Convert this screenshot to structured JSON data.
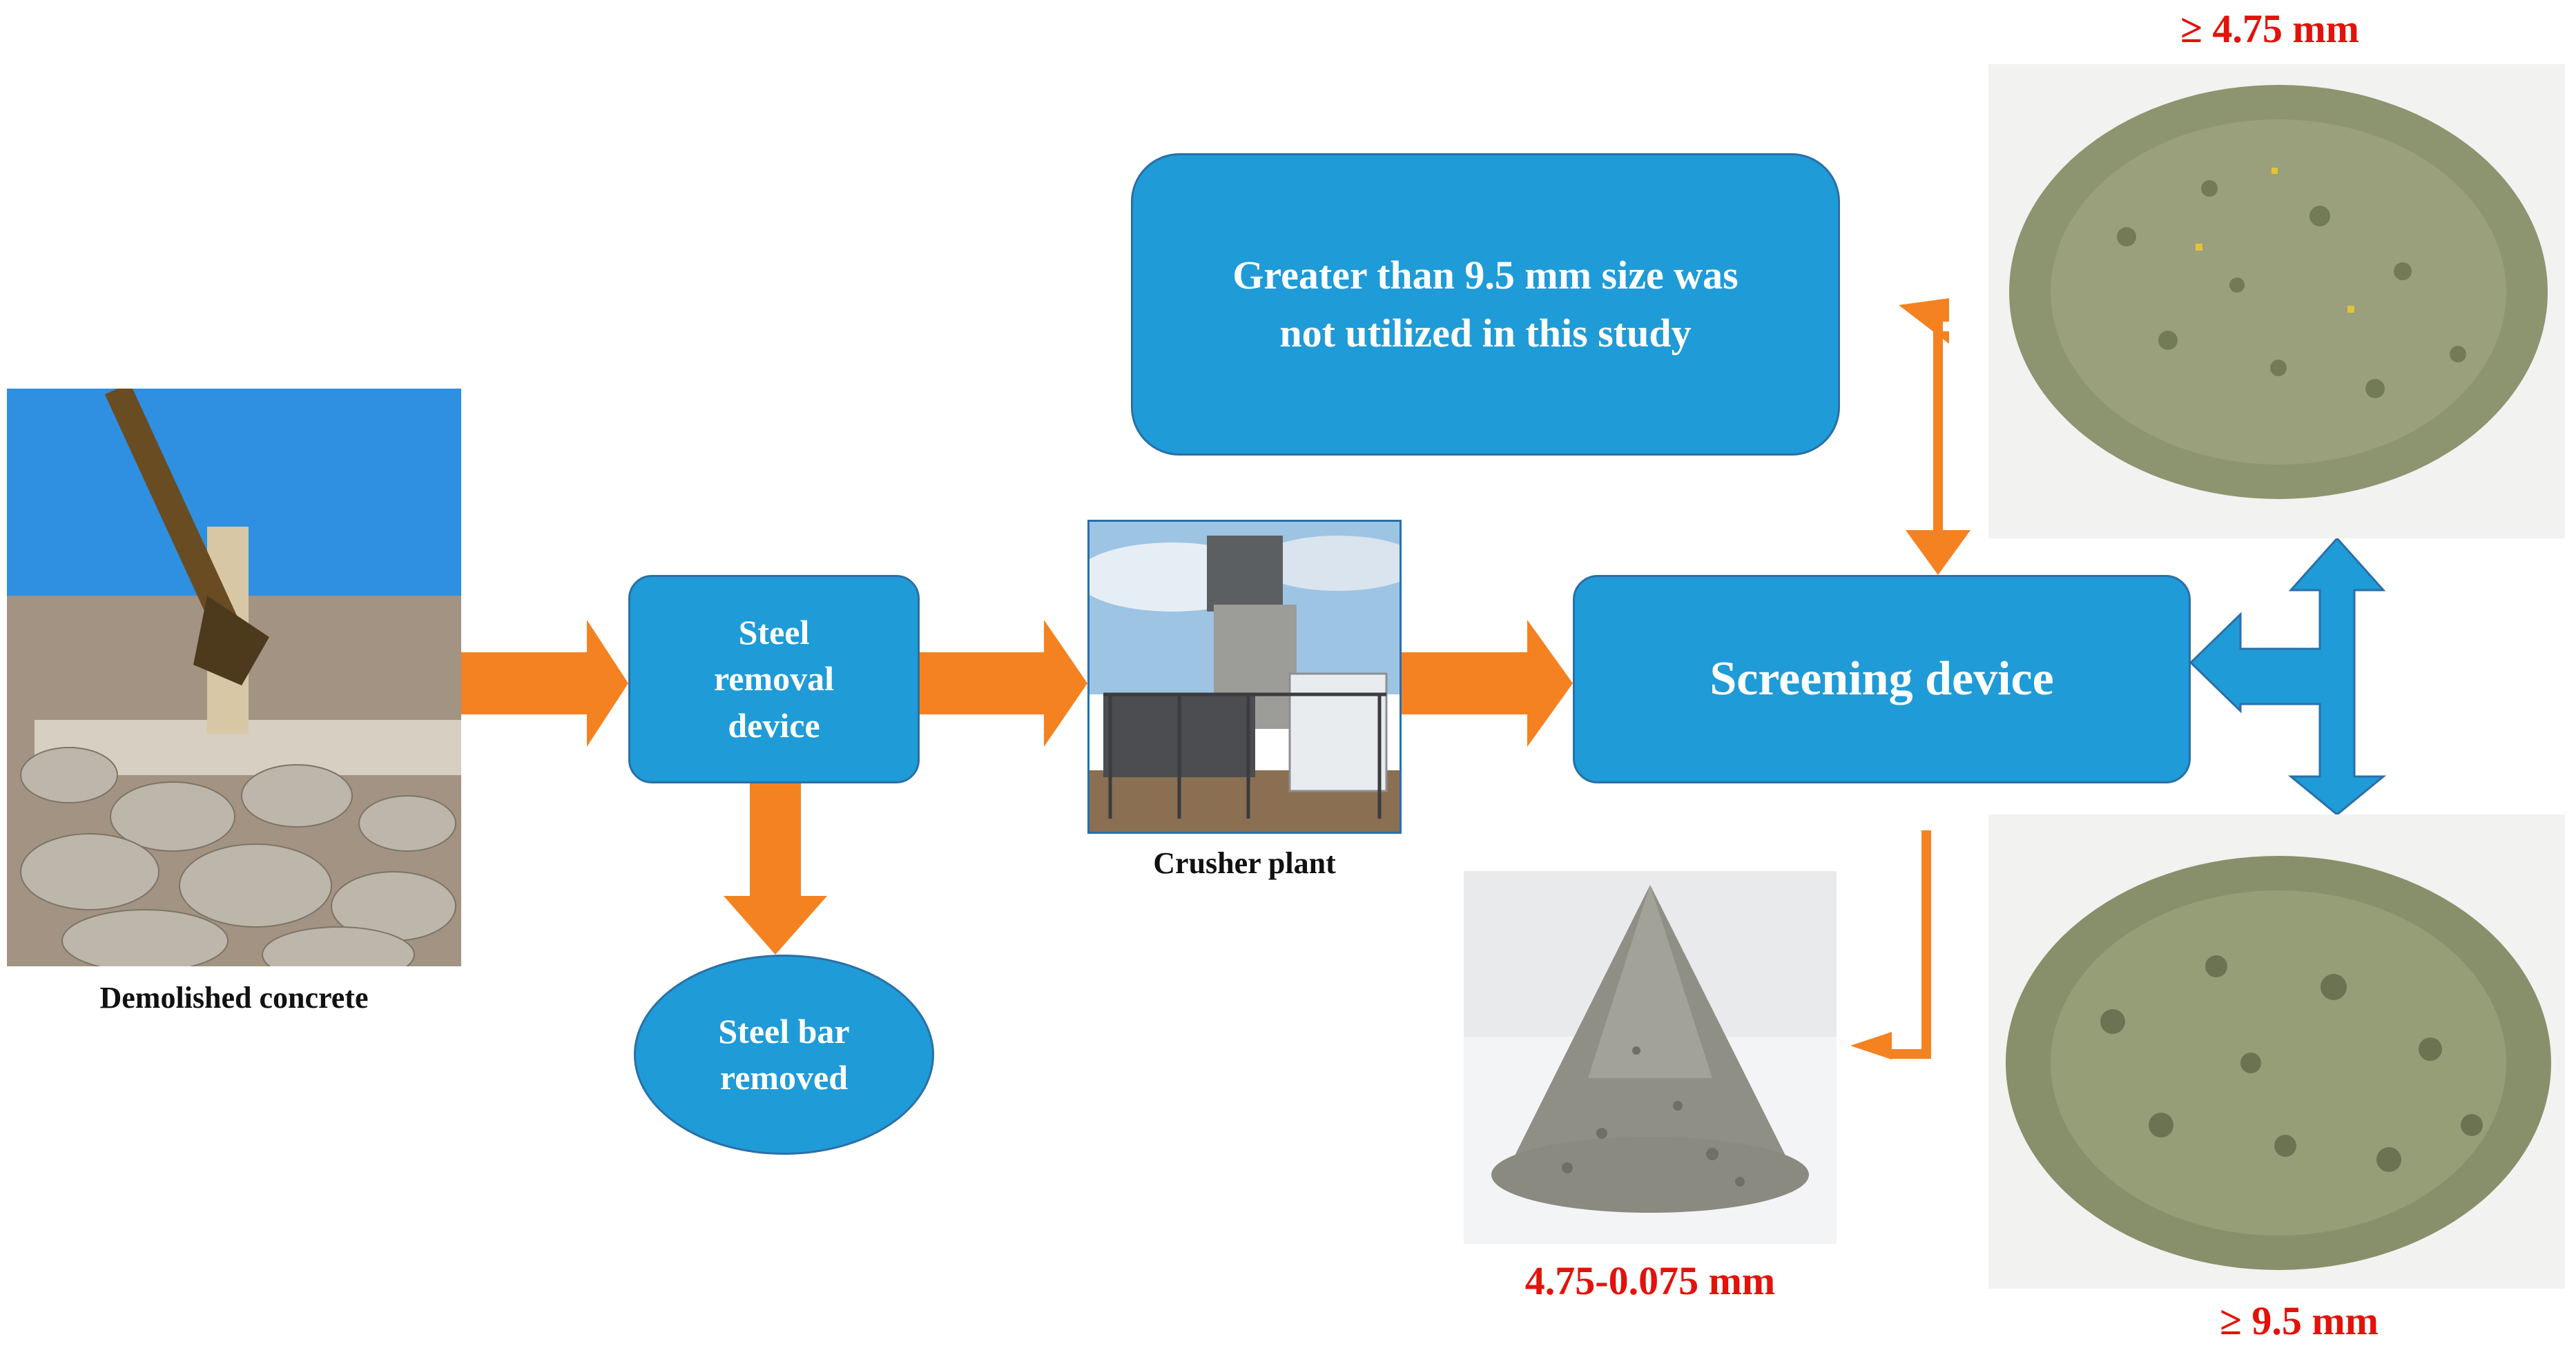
{
  "nodes": {
    "steel_removal": "Steel\nremoval\ndevice",
    "steel_bar_removed": "Steel bar\nremoved",
    "screening": "Screening device",
    "not_utilized": "Greater than 9.5 mm size was\nnot utilized in this study"
  },
  "captions": {
    "demolished": "Demolished concrete",
    "crusher": "Crusher plant",
    "fine": "4.75-0.075 mm",
    "coarse_475": "≥ 4.75 mm",
    "coarse_95": "≥ 9.5 mm"
  },
  "colors": {
    "box_fill": "#1f9bd7",
    "box_border": "#2a6fa8",
    "arrow_orange": "#f58220",
    "arrow_blue": "#1f9bd7",
    "caption_red": "#e3120b"
  },
  "images": {
    "demolished": "demolished-concrete-photo",
    "crusher": "crusher-plant-photo",
    "fine": "fine-aggregate-pile-photo",
    "coarse_475": "aggregate-4-75mm-photo",
    "coarse_95": "aggregate-9-5mm-photo"
  }
}
